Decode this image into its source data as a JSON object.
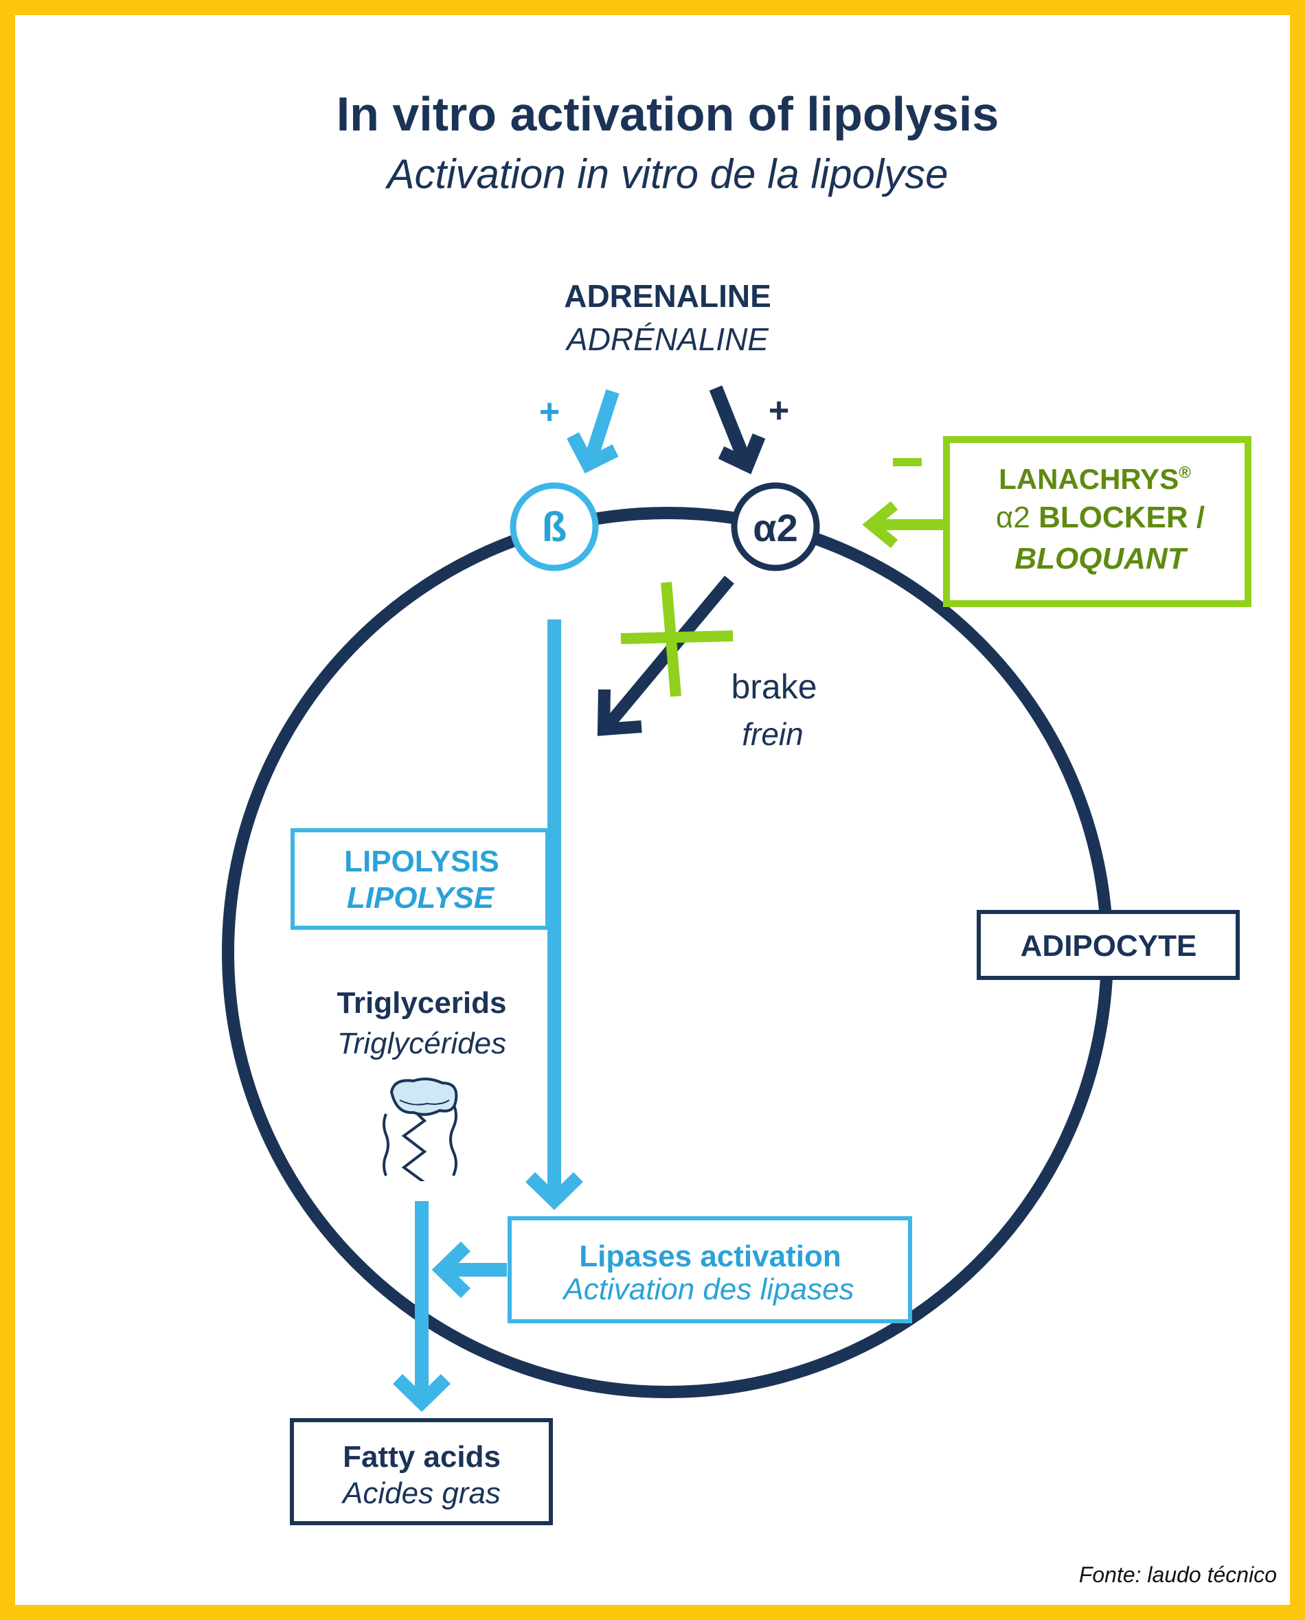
{
  "title": {
    "en": "In vitro activation of lipolysis",
    "fr": "Activation in vitro de la lipolyse"
  },
  "adrenaline": {
    "en": "ADRENALINE",
    "fr": "ADRÉNALINE"
  },
  "receptors": {
    "beta": "ß",
    "alpha2": "α2"
  },
  "signs": {
    "beta_plus": "+",
    "alpha_plus": "+",
    "blocker_minus": "−"
  },
  "blocker": {
    "name": "LANACHRYS",
    "registered": "®",
    "line2": "α2 BLOCKER /",
    "line3": "BLOQUANT"
  },
  "brake": {
    "en": "brake",
    "fr": "frein"
  },
  "lipolysis": {
    "en": "LIPOLYSIS",
    "fr": "LIPOLYSE"
  },
  "adipocyte": "ADIPOCYTE",
  "triglycerids": {
    "en": "Triglycerids",
    "fr": "Triglycérides"
  },
  "lipases": {
    "en": "Lipases activation",
    "fr": "Activation des lipases"
  },
  "fatty_acids": {
    "en": "Fatty acids",
    "fr": "Acides gras"
  },
  "source": "Fonte: laudo técnico",
  "colors": {
    "border": "#fdc70c",
    "navy": "#1b3356",
    "cyan": "#3db5e6",
    "cyan_text": "#2aa2d8",
    "green": "#8fd11c",
    "olive_text": "#5e8a10"
  }
}
